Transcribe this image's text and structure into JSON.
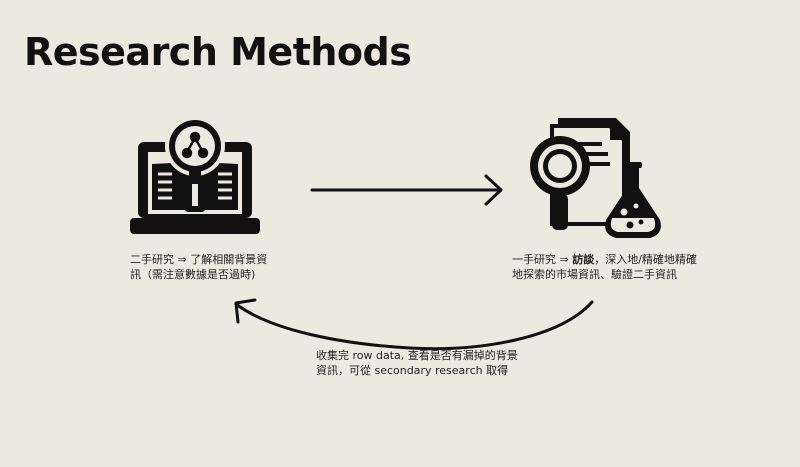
{
  "slide": {
    "title": "Research Methods"
  },
  "secondary": {
    "icon": "laptop-search-icon",
    "text": "二手研究 ⇒ 了解相關背景資訊（需注意數據是否過時)"
  },
  "primary": {
    "icon": "document-magnifier-flask-icon",
    "text_prefix": "一手研究 ⇒ ",
    "text_bold": "訪談",
    "text_suffix": "，深入地/精確地精確地探索的市場資訊、驗證二手資訊"
  },
  "loop": {
    "text": "收集完 row data, 查看是否有漏掉的背景資訊，可從 secondary research 取得"
  },
  "colors": {
    "background": "#ECE9E1",
    "ink": "#111111"
  }
}
